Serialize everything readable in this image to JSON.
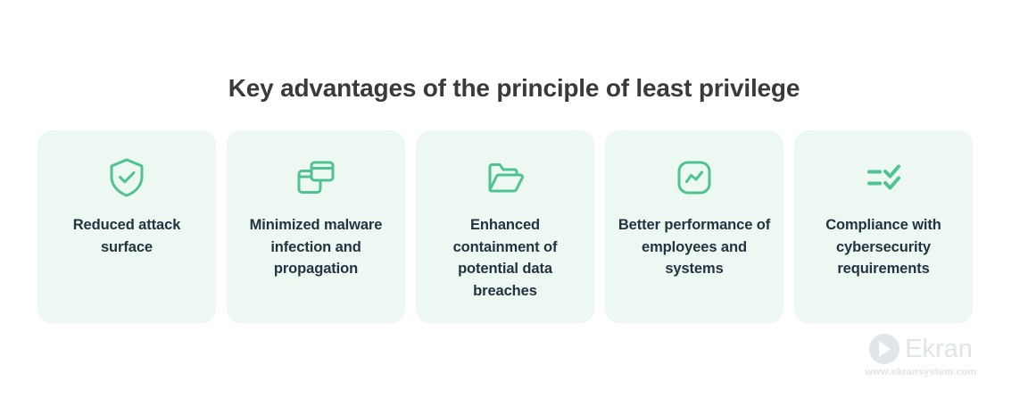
{
  "page": {
    "background_color": "#ffffff",
    "accent_color": "#4ec38f",
    "card_background_color": "#edf8f3",
    "card_text_color": "#25323f",
    "title_color": "#3a3a3a",
    "watermark_color": "#dfe5e9"
  },
  "heading": {
    "title": "Key advantages of the principle of least privilege"
  },
  "cards": [
    {
      "icon": "shield-check-icon",
      "label": "Reduced attack surface"
    },
    {
      "icon": "windows-stack-icon",
      "label": "Minimized malware infection and propagation"
    },
    {
      "icon": "open-folder-icon",
      "label": "Enhanced containment of potential data breaches"
    },
    {
      "icon": "activity-square-icon",
      "label": "Better performance of employees and systems"
    },
    {
      "icon": "checklist-icon",
      "label": "Compliance with cybersecurity requirements"
    }
  ],
  "watermark": {
    "logo_icon": "ekran-play-circle-icon",
    "brand": "Ekran",
    "url": "www.ekransystem.com"
  }
}
